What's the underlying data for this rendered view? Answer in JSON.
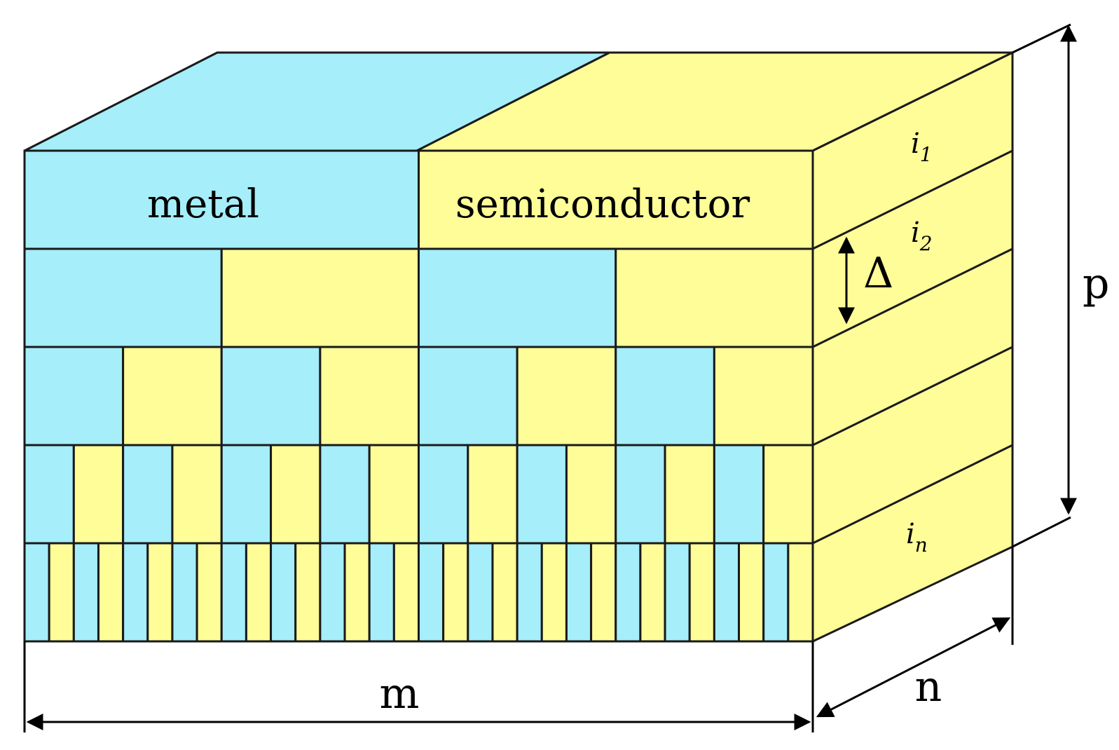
{
  "colors": {
    "metal": "#a5eefa",
    "semiconductor": "#fffd98",
    "edge": "#1a1a1a"
  },
  "labels": {
    "metal": "metal",
    "semiconductor": "semiconductor",
    "delta": "Δ",
    "p": "p",
    "m": "m",
    "n": "n",
    "i1_base": "i",
    "i1_sub": "1",
    "i2_base": "i",
    "i2_sub": "2",
    "in_base": "i",
    "in_sub": "n"
  },
  "layers": [
    {
      "segments": 2
    },
    {
      "segments": 4
    },
    {
      "segments": 8
    },
    {
      "segments": 16
    },
    {
      "segments": 32
    }
  ]
}
